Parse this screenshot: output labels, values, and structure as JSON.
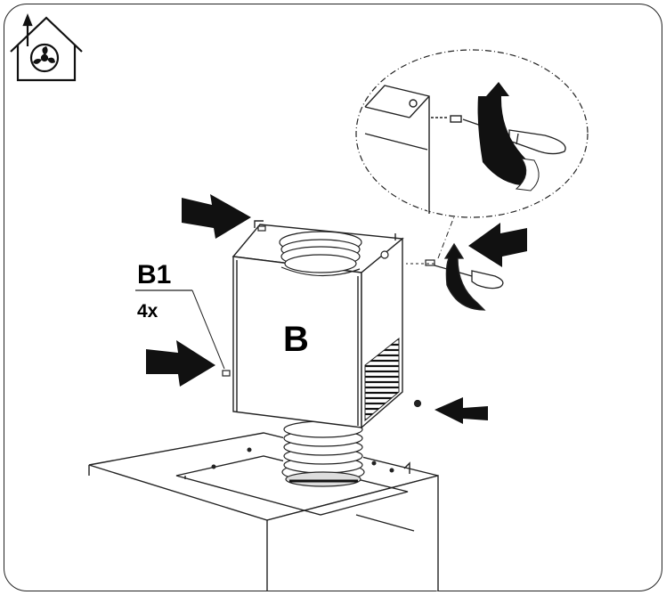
{
  "labels": {
    "part_b": "B",
    "screw_id": "B1",
    "quantity": "4x"
  },
  "icons": {
    "corner": "house-ventilation-icon"
  },
  "colors": {
    "line": "#222222",
    "arrow": "#111111",
    "background": "#ffffff"
  }
}
